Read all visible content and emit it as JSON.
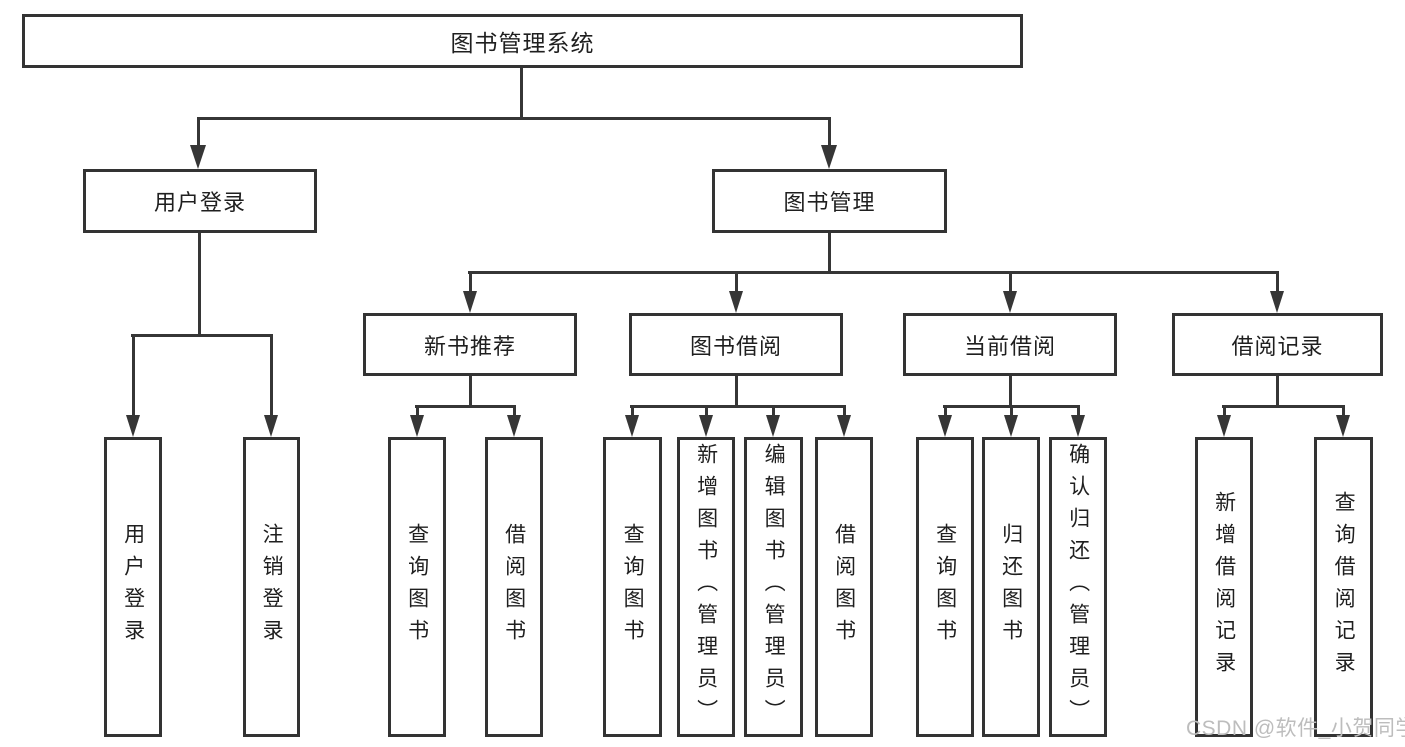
{
  "colors": {
    "line": "#363636",
    "box_border": "#333333",
    "text": "#1f1f1f",
    "watermark": "#bdbdbd",
    "background": "#ffffff"
  },
  "watermark": {
    "text": "CSDN @软件_小贺同学"
  },
  "diagram": {
    "type": "hierarchy-tree",
    "root": "图书管理系统",
    "branches": [
      {
        "label": "用户登录",
        "children": [
          "用户登录",
          "注销登录"
        ]
      },
      {
        "label": "图书管理",
        "children": [
          {
            "label": "新书推荐",
            "children": [
              "查询图书",
              "借阅图书"
            ]
          },
          {
            "label": "图书借阅",
            "children": [
              "查询图书",
              "新增图书（管理员）",
              "编辑图书（管理员）",
              "借阅图书"
            ]
          },
          {
            "label": "当前借阅",
            "children": [
              "查询图书",
              "归还图书",
              "确认归还（管理员）"
            ]
          },
          {
            "label": "借阅记录",
            "children": [
              "新增借阅记录",
              "查询借阅记录"
            ]
          }
        ]
      }
    ]
  }
}
